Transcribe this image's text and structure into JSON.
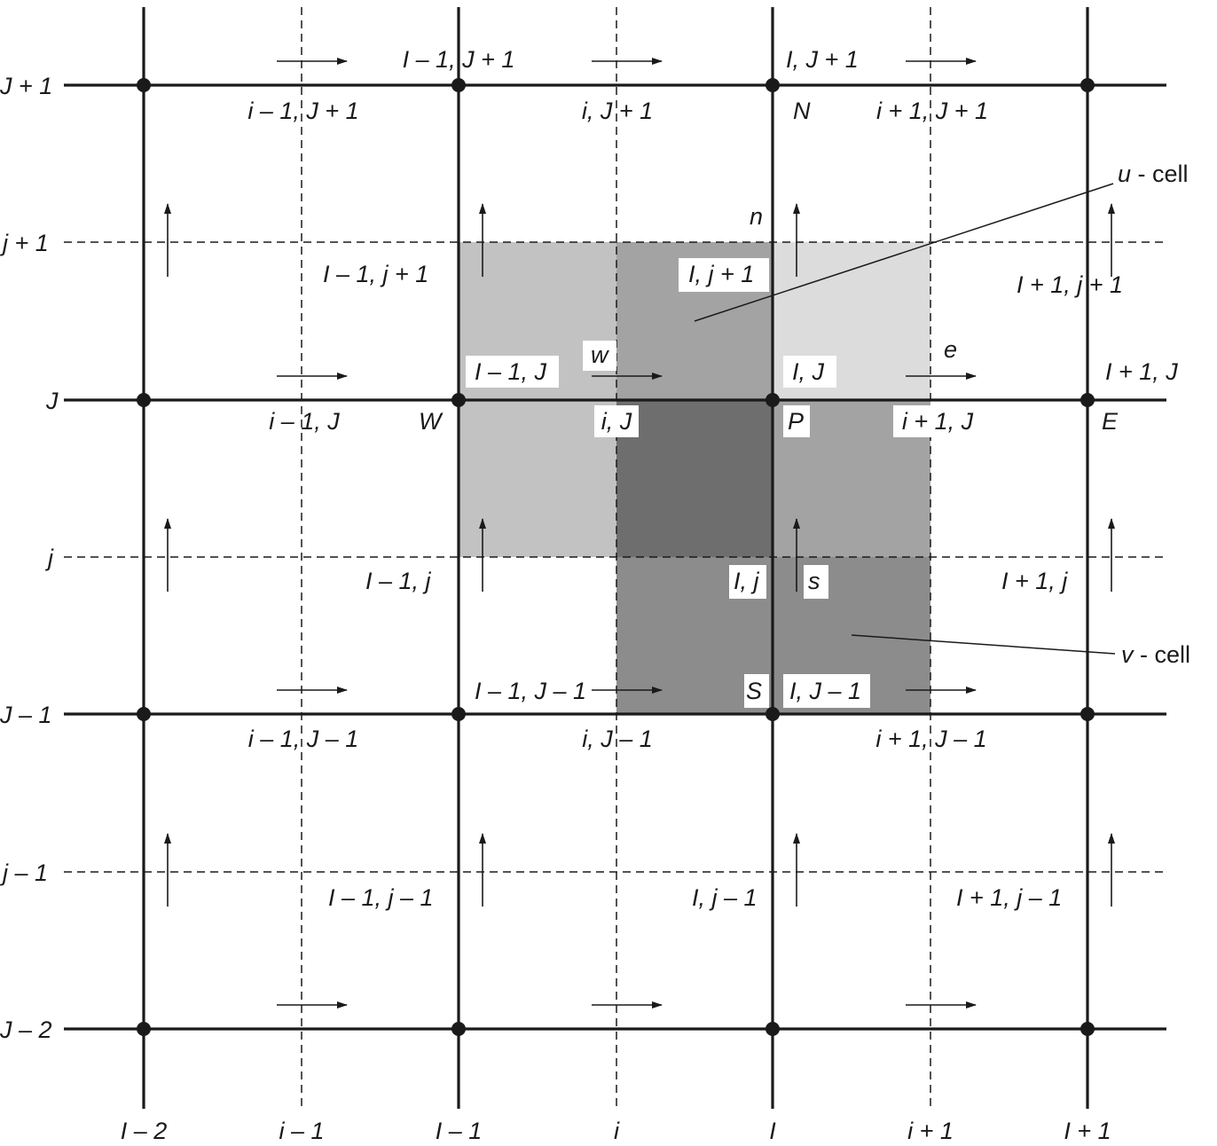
{
  "colors": {
    "shade_left": "#c2c2c2",
    "shade_mid": "#a3a3a3",
    "shade_right": "#dcdcdc",
    "shade_dark": "#6e6e6e",
    "shade_vcell": "#8c8c8c",
    "shade_vright": "#a3a3a3",
    "line": "#1a1a1a"
  },
  "axis": {
    "columns_bottom": [
      "I – 2",
      "i – 1",
      "I – 1",
      "i",
      "I",
      "i + 1",
      "I + 1"
    ],
    "rows_left": [
      "J + 1",
      "j + 1",
      "J",
      "j",
      "J – 1",
      "j – 1",
      "J – 2"
    ]
  },
  "nodes": {
    "W": "W",
    "P": "P",
    "E": "E",
    "N": "N",
    "S": "S",
    "n": "n",
    "s": "s",
    "e": "e",
    "w": "w"
  },
  "callouts": {
    "u_cell": {
      "symbol": "u",
      "suffix": " - cell"
    },
    "v_cell": {
      "symbol": "v",
      "suffix": " - cell"
    }
  },
  "labels": {
    "Im1_Jp1": "I – 1, J + 1",
    "I_Jp1": "I, J + 1",
    "im1_Jp1": "i – 1, J + 1",
    "i_Jp1": "i, J + 1",
    "ip1_Jp1": "i + 1, J + 1",
    "Im1_jp1": "I – 1, j + 1",
    "I_jp1": "I, j + 1",
    "Ip1_jp1": "I + 1, j + 1",
    "Im1_J": "I – 1, J",
    "I_J": "I, J",
    "Ip1_J": "I + 1, J",
    "im1_J": "i – 1, J",
    "i_J": "i, J",
    "ip1_J": "i + 1, J",
    "Im1_j": "I – 1, j",
    "I_j": "I, j",
    "Ip1_j": "I + 1, j",
    "Im1_Jm1": "I – 1, J – 1",
    "I_Jm1": "I, J – 1",
    "im1_Jm1": "i – 1, J – 1",
    "i_Jm1": "i, J – 1",
    "ip1_Jm1": "i + 1, J – 1",
    "Im1_jm1": "I – 1, j – 1",
    "I_jm1": "I, j – 1",
    "Ip1_jm1": "I + 1, j – 1"
  }
}
